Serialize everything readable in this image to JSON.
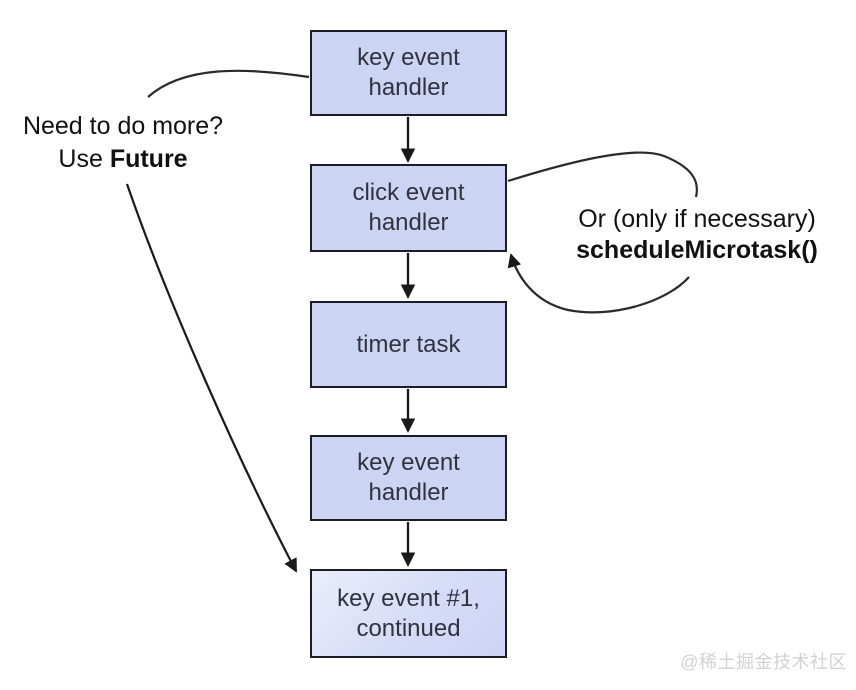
{
  "diagram": {
    "description": "Dart event loop flow: event and timer tasks with Future / scheduleMicrotask annotations",
    "nodes": [
      {
        "id": "key-event-handler-1",
        "label": "key event handler"
      },
      {
        "id": "click-event-handler",
        "label": "click event handler"
      },
      {
        "id": "timer-task",
        "label": "timer task"
      },
      {
        "id": "key-event-handler-2",
        "label": "key event handler"
      },
      {
        "id": "key-event-1-continued",
        "label": "key event #1, continued"
      }
    ],
    "edges": [
      {
        "from": "key-event-handler-1",
        "to": "click-event-handler",
        "type": "arrow"
      },
      {
        "from": "click-event-handler",
        "to": "timer-task",
        "type": "arrow"
      },
      {
        "from": "timer-task",
        "to": "key-event-handler-2",
        "type": "arrow"
      },
      {
        "from": "key-event-handler-2",
        "to": "key-event-1-continued",
        "type": "arrow"
      },
      {
        "from": "future-note",
        "to": "key-event-handler-1",
        "type": "curve"
      },
      {
        "from": "future-note",
        "to": "key-event-1-continued",
        "type": "curved-arrow"
      },
      {
        "from": "click-event-handler",
        "to": "microtask-note",
        "type": "loop-out-curve"
      },
      {
        "from": "microtask-note",
        "to": "click-event-handler",
        "type": "loop-back-arrow"
      }
    ],
    "annotations": {
      "future_note": {
        "line1": "Need to do more?",
        "line2_prefix": "Use ",
        "line2_bold": "Future"
      },
      "microtask_note": {
        "line1": "Or (only if necessary)",
        "line2_bold": "scheduleMicrotask()"
      }
    },
    "watermark": "@稀土掘金技术社区",
    "colors": {
      "background": "#ffffff",
      "node_fill": "#ccd4f4",
      "node_fill_light": "#e2e7fa",
      "node_border": "#1c1c24",
      "node_text": "#32323f",
      "connector": "#1a1a1a",
      "annotation_text": "#111111",
      "watermark_text": "#d2d2d2"
    }
  }
}
